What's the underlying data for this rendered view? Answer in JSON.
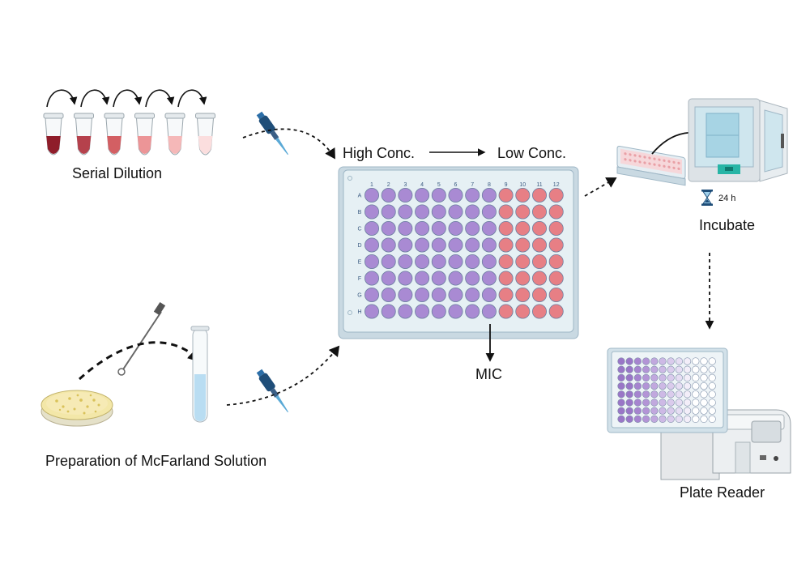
{
  "labels": {
    "serial_dilution": "Serial  Dilution",
    "high_conc": "High Conc.",
    "low_conc": "Low Conc.",
    "mic": "MIC",
    "incubate": "Incubate",
    "incubate_time": "24 h",
    "plate_reader": "Plate Reader",
    "mcfarland": "Preparation of McFarland Solution"
  },
  "plate": {
    "columns": [
      "1",
      "2",
      "3",
      "4",
      "5",
      "6",
      "7",
      "8",
      "9",
      "10",
      "11",
      "12"
    ],
    "rows": [
      "A",
      "B",
      "C",
      "D",
      "E",
      "F",
      "G",
      "H"
    ],
    "purple_columns": 8
  },
  "reader_plate": {
    "rows": 8,
    "columns": 12
  },
  "colors": {
    "well_purple": "#a98ad3",
    "well_red": "#e77f85",
    "plate_body": "#e6f0f4",
    "plate_border": "#9fb7c6",
    "tube_colors": [
      "#8f1d2a",
      "#b5414c",
      "#d35f63",
      "#ec9597",
      "#f5b8b8",
      "#fbdede"
    ],
    "pipette_blue": "#1f4e79",
    "broth_blue": "#b9ddf2",
    "agar": "#f3e7a8",
    "colony": "#d9c25a"
  }
}
